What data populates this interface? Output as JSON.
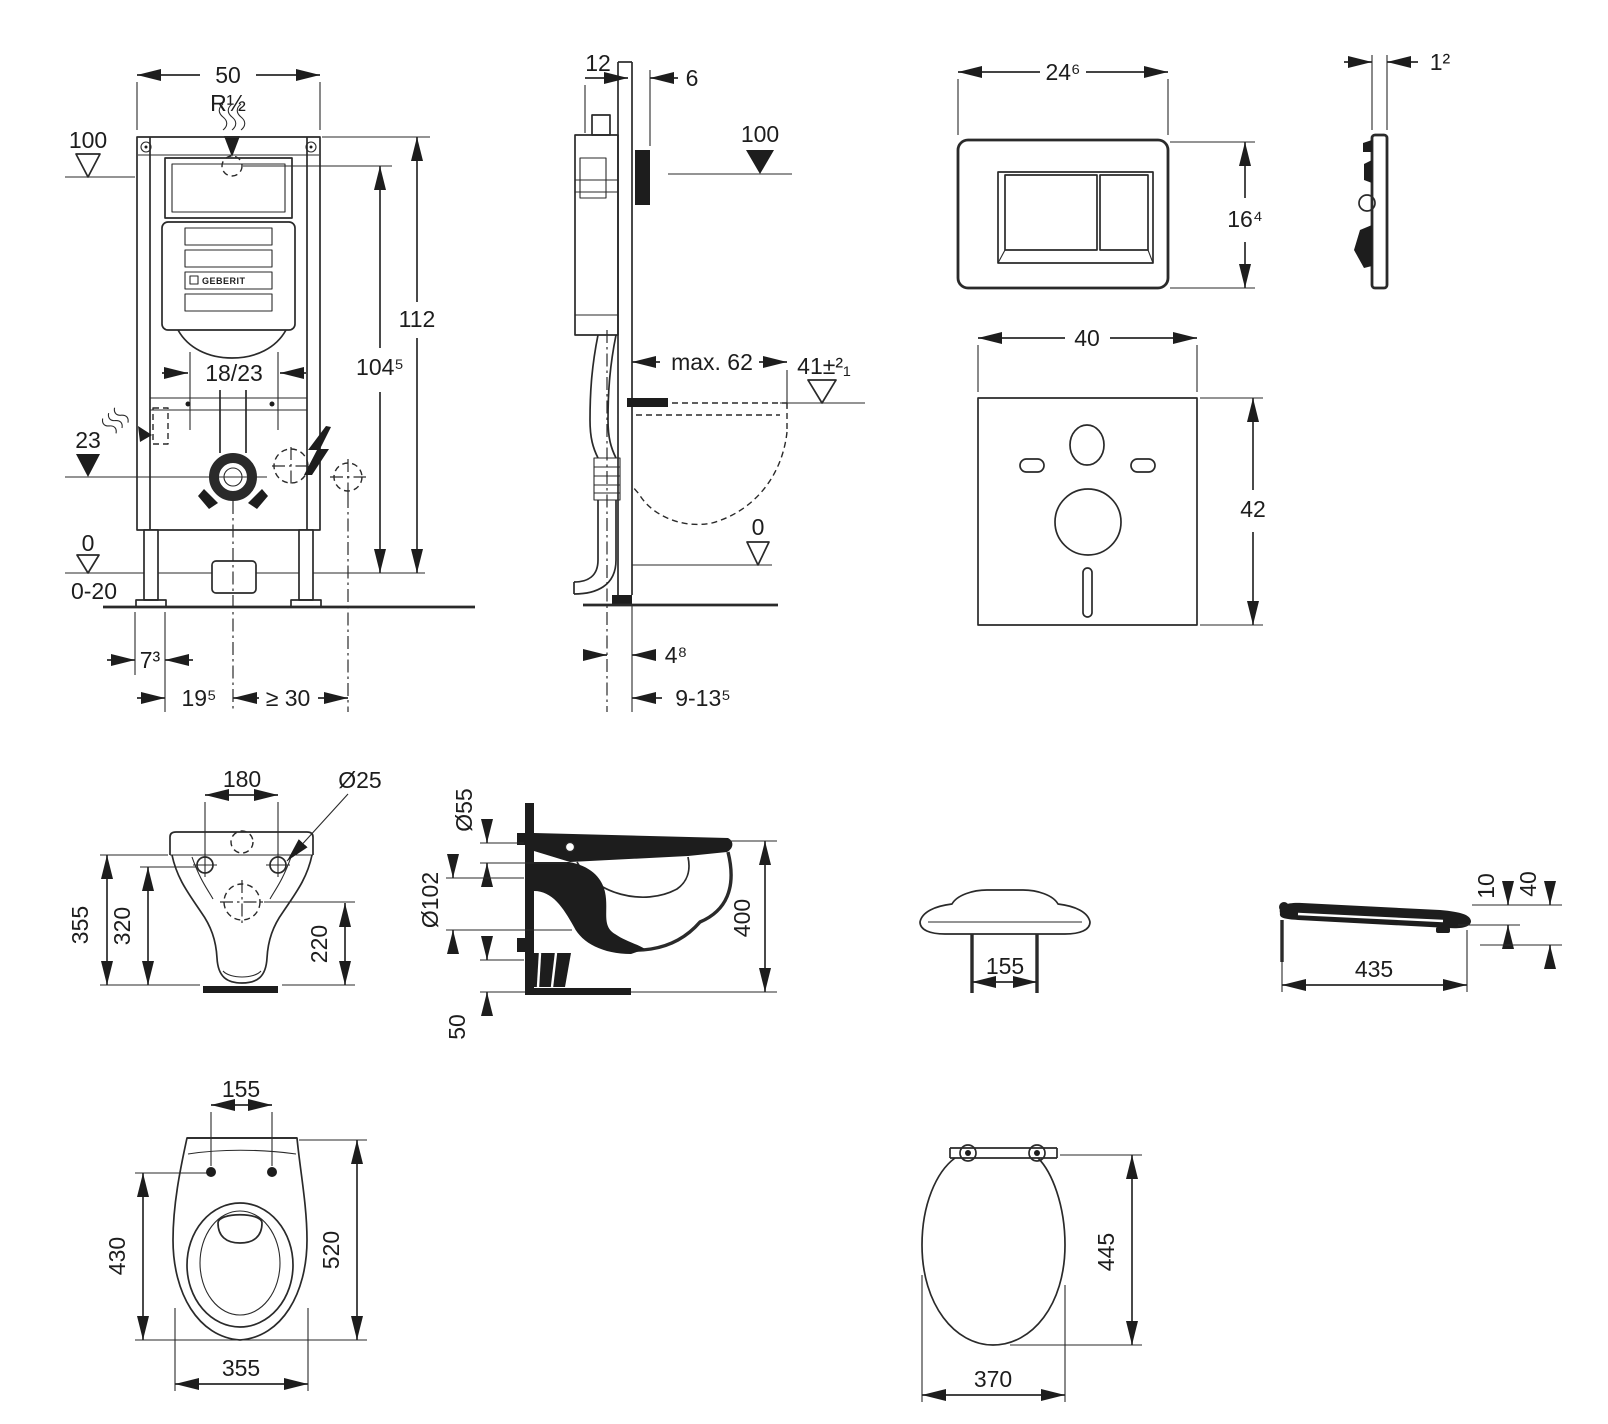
{
  "drawing": {
    "brand": "GEBERIT",
    "frame_front": {
      "width_top": "50",
      "thread": "R½",
      "supply_datum": "100",
      "height_total": "112",
      "height_upper": "104⁵",
      "outlet_span": "18/23",
      "outlet_datum": "23",
      "floor_datum": "0",
      "floor_range": "0-20",
      "offset_left": "7³",
      "offset_mid": "19⁵",
      "offset_right": "≥ 30"
    },
    "frame_side": {
      "depth_top": "12",
      "wall_gap": "6",
      "supply_datum": "100",
      "max_depth": "max. 62",
      "rim_height": "41±²₁",
      "floor_datum": "0",
      "pipe_offset": "4⁸",
      "finish_range": "9-13⁵"
    },
    "flush_plate": {
      "width": "24⁶",
      "height": "16⁴",
      "thickness": "1²"
    },
    "sound_pad": {
      "width": "40",
      "height": "42"
    },
    "bowl_rear": {
      "bolt_span": "180",
      "bolt_dia": "Ø25",
      "height_total": "355",
      "height_bolts": "320",
      "height_outlet": "220"
    },
    "bowl_side": {
      "flush_dia": "Ø55",
      "outlet_dia": "Ø102",
      "length": "400",
      "base_gap": "50"
    },
    "seat_hinge": {
      "pin_span": "155"
    },
    "seat_side": {
      "edge_thickness": "10",
      "total_height": "40",
      "length": "435"
    },
    "bowl_top": {
      "bolt_span": "155",
      "bowl_length": "430",
      "total_length": "520",
      "width": "355"
    },
    "seat_top": {
      "length": "445",
      "width": "370"
    }
  }
}
